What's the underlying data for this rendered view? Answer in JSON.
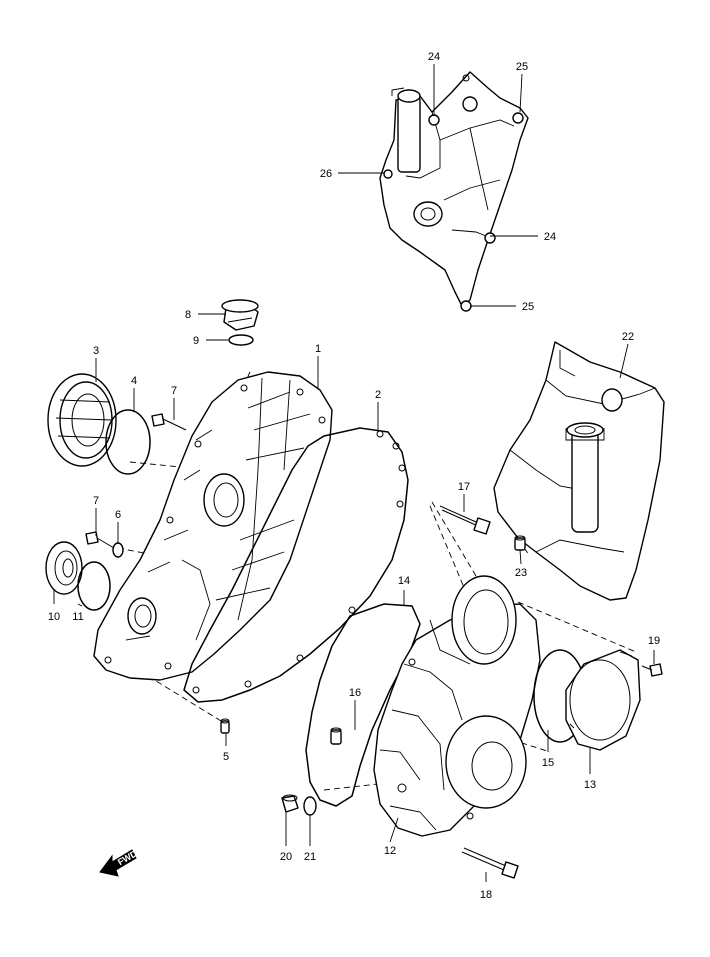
{
  "callouts": [
    {
      "id": "c1",
      "text": "1"
    },
    {
      "id": "c2",
      "text": "2"
    },
    {
      "id": "c3",
      "text": "3"
    },
    {
      "id": "c4",
      "text": "4"
    },
    {
      "id": "c5",
      "text": "5"
    },
    {
      "id": "c6",
      "text": "6"
    },
    {
      "id": "c7a",
      "text": "7"
    },
    {
      "id": "c7b",
      "text": "7"
    },
    {
      "id": "c8",
      "text": "8"
    },
    {
      "id": "c9",
      "text": "9"
    },
    {
      "id": "c10",
      "text": "10"
    },
    {
      "id": "c11",
      "text": "11"
    },
    {
      "id": "c12",
      "text": "12"
    },
    {
      "id": "c13",
      "text": "13"
    },
    {
      "id": "c14",
      "text": "14"
    },
    {
      "id": "c15",
      "text": "15"
    },
    {
      "id": "c16",
      "text": "16"
    },
    {
      "id": "c17",
      "text": "17"
    },
    {
      "id": "c18",
      "text": "18"
    },
    {
      "id": "c19",
      "text": "19"
    },
    {
      "id": "c20",
      "text": "20"
    },
    {
      "id": "c21",
      "text": "21"
    },
    {
      "id": "c22",
      "text": "22"
    },
    {
      "id": "c23",
      "text": "23"
    },
    {
      "id": "c24a",
      "text": "24"
    },
    {
      "id": "c24b",
      "text": "24"
    },
    {
      "id": "c25a",
      "text": "25"
    },
    {
      "id": "c25b",
      "text": "25"
    },
    {
      "id": "c26",
      "text": "26"
    }
  ],
  "fwd_arrow": {
    "text": "FWD",
    "icon": "fwd-arrow-icon"
  }
}
